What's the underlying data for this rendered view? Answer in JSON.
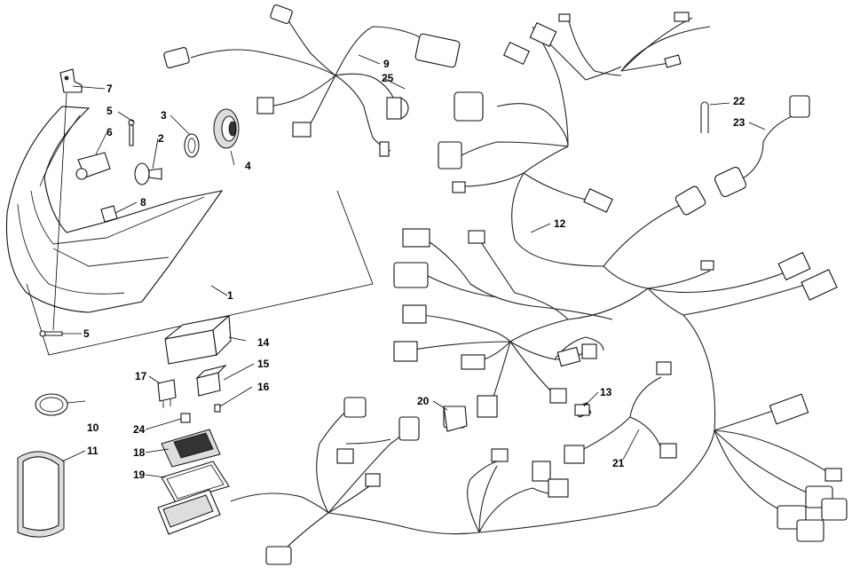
{
  "callouts": [
    "1",
    "2",
    "3",
    "4",
    "5",
    "5",
    "6",
    "7",
    "8",
    "9",
    "10",
    "11",
    "12",
    "13",
    "14",
    "15",
    "16",
    "17",
    "18",
    "19",
    "20",
    "21",
    "22",
    "23",
    "24",
    "25"
  ],
  "colors": {
    "ink": "#222222",
    "paper": "#ffffff",
    "shade": "#dddddd"
  }
}
